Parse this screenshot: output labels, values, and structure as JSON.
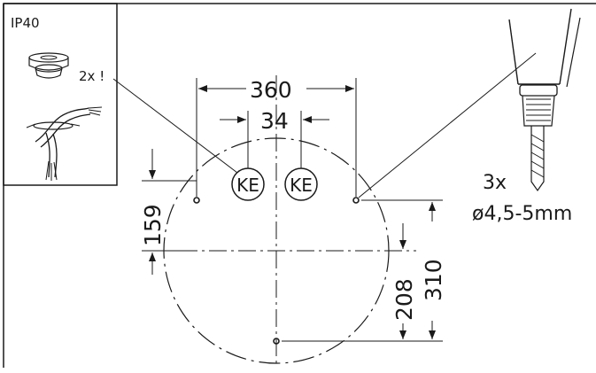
{
  "inset": {
    "rating": "IP40",
    "grommet_quantity": "2x !"
  },
  "dimensions": {
    "hole_span_width": "360",
    "knockout_spacing": "34",
    "top_hole_offset": "159",
    "bottom_hole_offset": "208",
    "hole_vertical_span": "310"
  },
  "knockouts": [
    "KE",
    "KE"
  ],
  "drill": {
    "hole_count": "3x",
    "diameter": "ø4,5-5mm"
  },
  "icons": {
    "grommet": "cable-grommet-icon",
    "cable": "stripped-cable-icon",
    "drill": "drill-bit-icon"
  },
  "colors": {
    "line": "#1a1a1a",
    "background": "#ffffff"
  }
}
